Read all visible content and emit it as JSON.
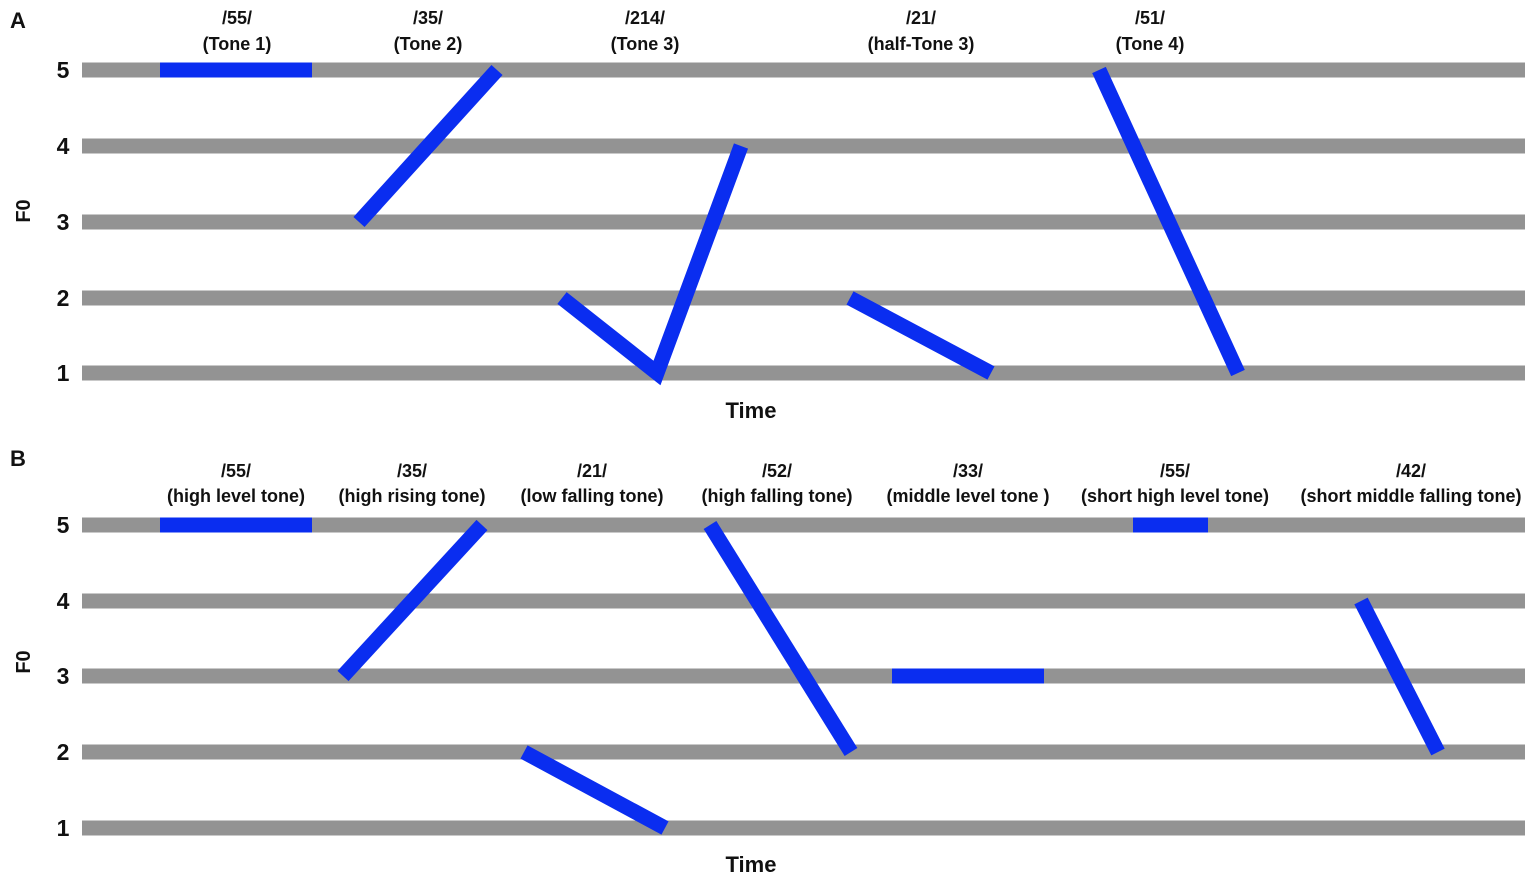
{
  "colors": {
    "contour": "#0a2df0",
    "gridline": "#939393",
    "text": "#111111"
  },
  "panels": [
    {
      "letter": "A",
      "y_axis_label": "F0",
      "x_axis_label": "Time",
      "levels": [
        "1",
        "2",
        "3",
        "4",
        "5"
      ],
      "tones": [
        {
          "code": "/55/",
          "name": "(Tone 1)",
          "shape": "level",
          "points": [
            5,
            5
          ]
        },
        {
          "code": "/35/",
          "name": "(Tone 2)",
          "shape": "rising",
          "points": [
            3,
            5
          ]
        },
        {
          "code": "/214/",
          "name": "(Tone 3)",
          "shape": "dipping",
          "points": [
            2,
            1,
            4
          ]
        },
        {
          "code": "/21/",
          "name": "(half-Tone 3)",
          "shape": "falling",
          "points": [
            2,
            1
          ]
        },
        {
          "code": "/51/",
          "name": "(Tone 4)",
          "shape": "falling",
          "points": [
            5,
            1
          ]
        }
      ]
    },
    {
      "letter": "B",
      "y_axis_label": "F0",
      "x_axis_label": "Time",
      "levels": [
        "1",
        "2",
        "3",
        "4",
        "5"
      ],
      "tones": [
        {
          "code": "/55/",
          "name": "(high level tone)",
          "shape": "level",
          "points": [
            5,
            5
          ]
        },
        {
          "code": "/35/",
          "name": "(high rising  tone)",
          "shape": "rising",
          "points": [
            3,
            5
          ]
        },
        {
          "code": "/21/",
          "name": "(low falling tone)",
          "shape": "falling",
          "points": [
            2,
            1
          ]
        },
        {
          "code": "/52/",
          "name": "(high falling tone)",
          "shape": "falling",
          "points": [
            5,
            2
          ]
        },
        {
          "code": "/33/",
          "name": "(middle level tone )",
          "shape": "level",
          "points": [
            3,
            3
          ]
        },
        {
          "code": "/55/",
          "name": "(short high level tone)",
          "shape": "short level",
          "points": [
            5,
            5
          ]
        },
        {
          "code": "/42/",
          "name": "(short middle falling tone)",
          "shape": "short falling",
          "points": [
            4,
            2
          ]
        }
      ]
    }
  ]
}
